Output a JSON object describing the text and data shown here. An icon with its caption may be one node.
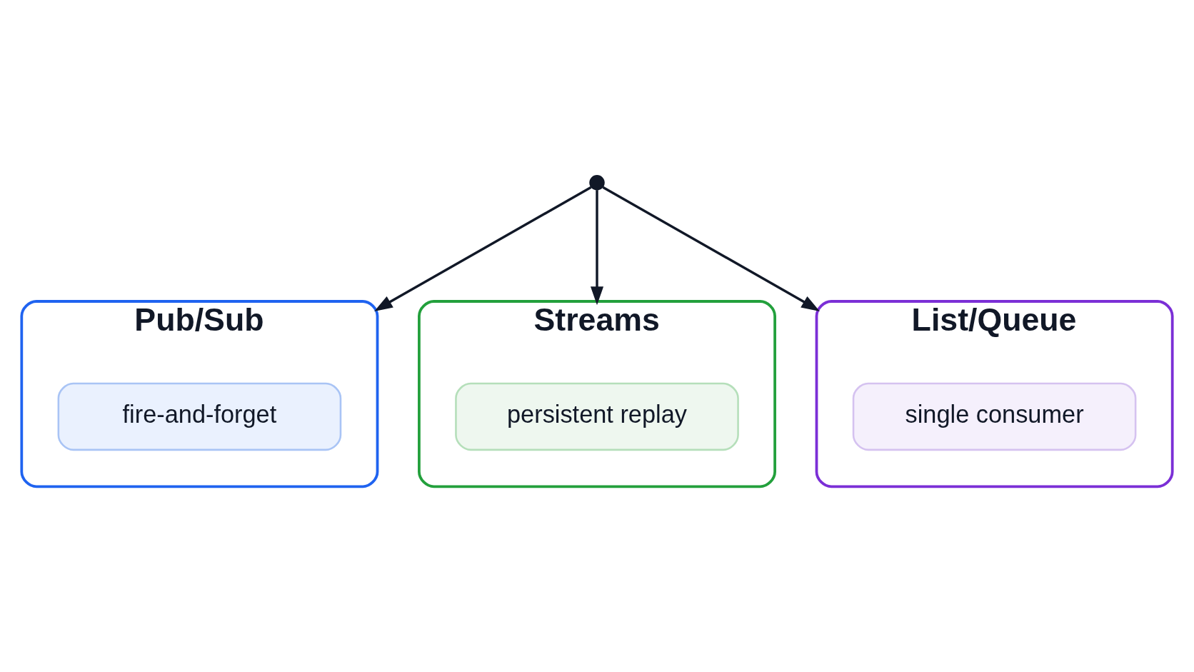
{
  "diagram": {
    "nodes": [
      {
        "text": [],
        "shape": "circle"
      },
      {
        "text": [
          "Pub/Sub"
        ]
      },
      {
        "text": [
          "fire-and-forget"
        ],
        "in": 1
      },
      {
        "text": [
          "Streams"
        ]
      },
      {
        "text": [
          "persistent replay"
        ],
        "in": 3
      },
      {
        "text": [
          "List/Queue"
        ]
      },
      {
        "text": [
          "single consumer"
        ],
        "in": 5
      }
    ],
    "edges": [
      {
        "from": 0,
        "to": 1,
        "arrow": "to"
      },
      {
        "from": 0,
        "to": 3,
        "arrow": "to"
      },
      {
        "from": 0,
        "to": 5,
        "arrow": "to"
      }
    ]
  }
}
